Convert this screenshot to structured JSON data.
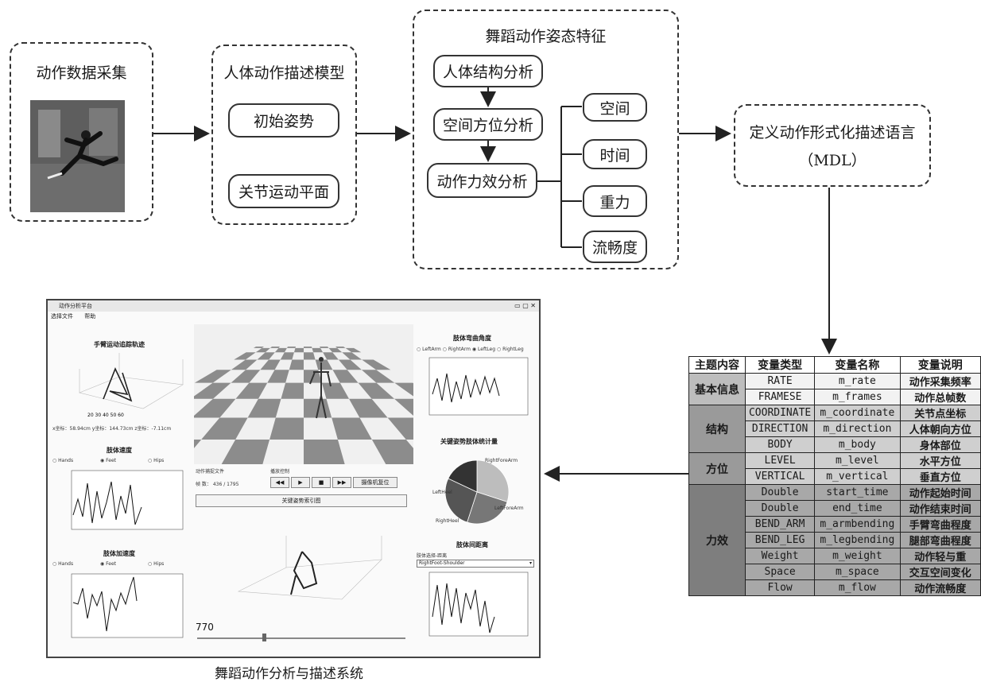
{
  "flow": {
    "collect_title": "动作数据采集",
    "model_title": "人体动作描述模型",
    "model_items": [
      "初始姿势",
      "关节运动平面"
    ],
    "features_title": "舞蹈动作姿态特征",
    "analysis_items": [
      "人体结构分析",
      "空间方位分析",
      "动作力效分析"
    ],
    "effort_items": [
      "空间",
      "时间",
      "重力",
      "流畅度"
    ],
    "mdl_line1": "定义动作形式化描述语言",
    "mdl_line2": "（MDL）"
  },
  "table": {
    "headers": [
      "主题内容",
      "变量类型",
      "变量名称",
      "变量说明"
    ],
    "groups": [
      {
        "category": "基本信息",
        "rows": [
          {
            "type": "RATE",
            "name": "m_rate",
            "desc": "动作采集频率"
          },
          {
            "type": "FRAMESE",
            "name": "m_frames",
            "desc": "动作总帧数"
          }
        ]
      },
      {
        "category": "结构",
        "rows": [
          {
            "type": "COORDINATE",
            "name": "m_coordinate",
            "desc": "关节点坐标"
          },
          {
            "type": "DIRECTION",
            "name": "m_direction",
            "desc": "人体朝向方位"
          },
          {
            "type": "BODY",
            "name": "m_body",
            "desc": "身体部位"
          }
        ]
      },
      {
        "category": "方位",
        "rows": [
          {
            "type": "LEVEL",
            "name": "m_level",
            "desc": "水平方位"
          },
          {
            "type": "VERTICAL",
            "name": "m_vertical",
            "desc": "垂直方位"
          }
        ]
      },
      {
        "category": "力效",
        "rows": [
          {
            "type": "Double",
            "name": "start_time",
            "desc": "动作起始时间"
          },
          {
            "type": "Double",
            "name": "end_time",
            "desc": "动作结束时间"
          },
          {
            "type": "BEND_ARM",
            "name": "m_armbending",
            "desc": "手臂弯曲程度"
          },
          {
            "type": "BEND_LEG",
            "name": "m_legbending",
            "desc": "腿部弯曲程度"
          },
          {
            "type": "Weight",
            "name": "m_weight",
            "desc": "动作轻与重"
          },
          {
            "type": "Space",
            "name": "m_space",
            "desc": "交互空间变化"
          },
          {
            "type": "Flow",
            "name": "m_flow",
            "desc": "动作流畅度"
          }
        ]
      }
    ]
  },
  "system": {
    "caption": "舞蹈动作分析与描述系统",
    "window_title": "动作分析平台",
    "menu": [
      "选择文件",
      "帮助"
    ],
    "panels": {
      "hand_track": "手臂运动追踪轨迹",
      "coords": "x坐标：58.94cm  y坐标：144.73cm  z坐标：-7.11cm",
      "velocity": "肢体速度",
      "accel": "肢体加速度",
      "bend_angle": "肢体弯曲角度",
      "pie": "关键姿势肢体统计量",
      "distance": "肢体间距离",
      "keypose": "关键姿势索引图",
      "file_label": "动作捕捉文件",
      "frames_label": "帧 数：",
      "frames_value": "436",
      "frames_total": "1795",
      "play_label": "播放控制",
      "camera_reset": "摄像机复位",
      "frame_counter": "770",
      "radio_vel": [
        "Hands",
        "Feet",
        "Hips"
      ],
      "radio_bend": [
        "LeftArm",
        "RightArm",
        "LeftLeg",
        "RightLeg"
      ],
      "distance_select": "RightFoot-Shoulder",
      "distance_sub": "肢体选择-距离"
    },
    "pie_labels": [
      "RightForeArm",
      "LeftForeArm",
      "RightHeel",
      "LeftHeel"
    ],
    "pie_values": [
      30,
      25,
      27,
      18
    ]
  }
}
